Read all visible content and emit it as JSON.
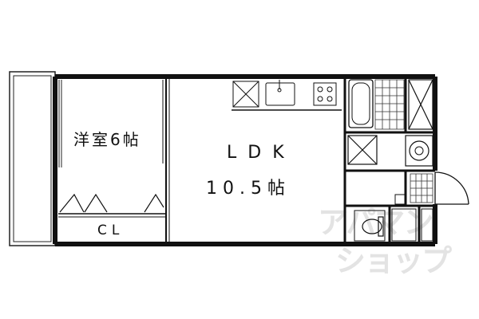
{
  "floor_plan": {
    "rooms": {
      "western_room": {
        "label": "洋室6帖"
      },
      "closet": {
        "label": "CL"
      },
      "ldk": {
        "label_line1": "LDK",
        "label_line2": "10.5帖"
      }
    },
    "watermark": {
      "line1": "アパマン",
      "line2": "ショップ"
    }
  }
}
